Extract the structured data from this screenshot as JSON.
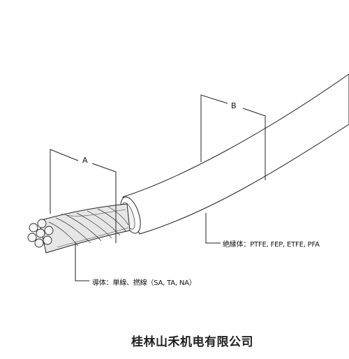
{
  "labels": {
    "a": "A",
    "b": "B",
    "insulation": "絶縁体：PTFE, FEP, ETFE, PFA",
    "conductor": "導体：単線、撚線（SA, TA, NA）"
  },
  "footer": {
    "company": "桂林山禾机电有限公司"
  },
  "colors": {
    "line": "#222222",
    "cable_fill": "#ffffff",
    "wire_fill": "#e6e6e6",
    "text": "#111111"
  }
}
